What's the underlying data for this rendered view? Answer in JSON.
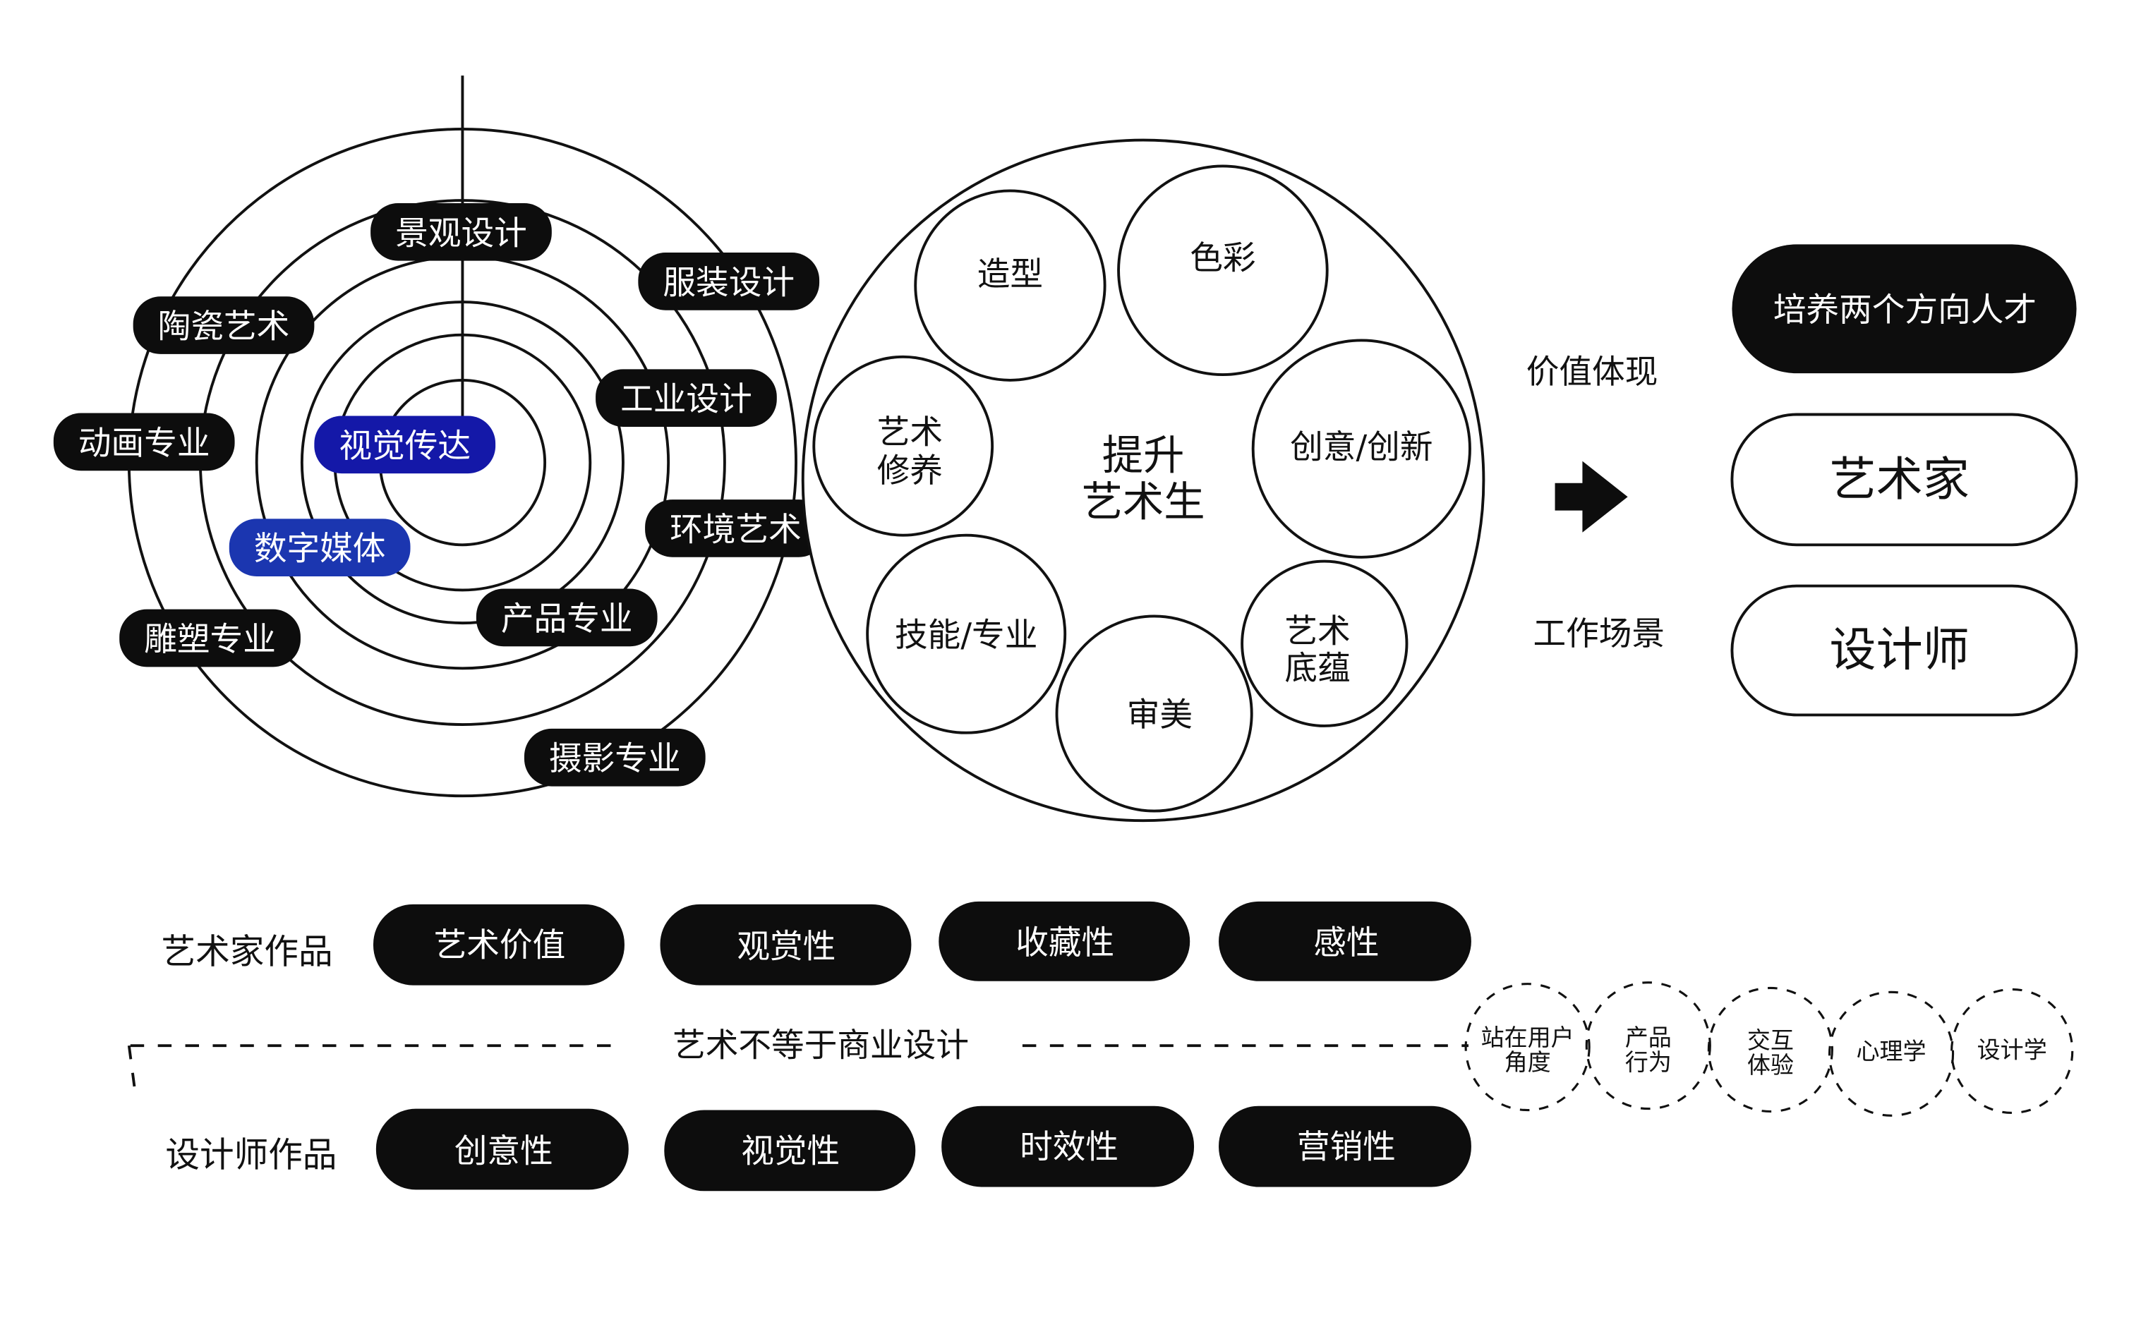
{
  "colors": {
    "black": "#0d0d0d",
    "blue_dark": "#1418a8",
    "blue": "#1b36b0"
  },
  "rings": {
    "labels": [
      "景观设计",
      "服装设计",
      "陶瓷艺术",
      "工业设计",
      "动画专业",
      "视觉传达",
      "环境艺术",
      "数字媒体",
      "产品专业",
      "雕塑专业",
      "摄影专业"
    ]
  },
  "core": {
    "center": [
      "提升",
      "艺术生"
    ],
    "items": [
      "造型",
      "色彩",
      [
        "艺术",
        "修养"
      ],
      "创意/创新",
      "技能/专业",
      [
        "艺术",
        "底蕴"
      ],
      "审美"
    ]
  },
  "flow": {
    "value_label": "价值体现",
    "work_label": "工作场景",
    "arrow_icon": "arrow-right-icon"
  },
  "outcomes": {
    "goal": "培养两个方向人才",
    "artist": "艺术家",
    "designer": "设计师"
  },
  "artist_works": {
    "label": "艺术家作品",
    "items": [
      "艺术价值",
      "观赏性",
      "收藏性",
      "感性"
    ]
  },
  "divider": {
    "text": "艺术不等于商业设计"
  },
  "designer_works": {
    "label": "设计师作品",
    "items": [
      "创意性",
      "视觉性",
      "时效性",
      "营销性"
    ]
  },
  "design_fields": [
    [
      "站在用户",
      "角度"
    ],
    [
      "产品",
      "行为"
    ],
    [
      "交互",
      "体验"
    ],
    [
      "心理学"
    ],
    [
      "设计学"
    ]
  ]
}
